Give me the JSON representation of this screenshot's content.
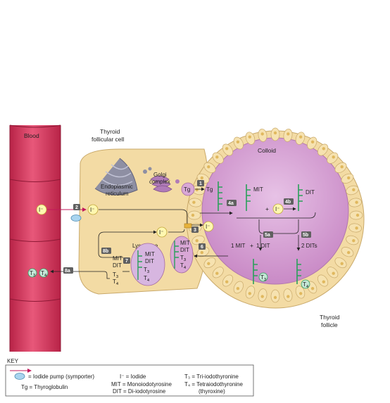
{
  "labels": {
    "blood": "Blood",
    "thyroid_cell": "Thyroid",
    "thyroid_cell_2": "follicular cell",
    "colloid": "Colloid",
    "er": "Endoplasmic",
    "er_2": "reticulum",
    "golgi": "Golgi",
    "golgi_2": "complex",
    "lysosome": "Lysosome",
    "thyroid_follicle": "Thyroid",
    "thyroid_follicle_2": "follicle",
    "tg": "Tg",
    "tg_arrow_target": "Tg",
    "iodide": "I⁻",
    "mit": "MIT",
    "dit": "DIT",
    "plus": "+",
    "one_mit_one_dit": "1 MIT",
    "one_dit": "1 DIT",
    "two_dits": "2 DITs",
    "t3": "T",
    "t4": "T",
    "t3_sub": "3",
    "t4_sub": "4"
  },
  "steps": [
    "1",
    "2",
    "3",
    "4a",
    "4b",
    "5a",
    "5b",
    "6",
    "7",
    "8a",
    "8b"
  ],
  "key": {
    "title": "KEY",
    "iodide_pump": "= Iodide pump (symporter)",
    "tg_def": "Tg = Thyroglobulin",
    "iodide_def": "I⁻ = Iodide",
    "mit_def": "MIT = Monoiodotyrosine",
    "dit_def": "DIT = Di-iodotyrosine",
    "t3_def": "T₃ = Tri-iodothyronine",
    "t4_def": "T₄ = Tetraiodothyronine",
    "t4_def_2": "(thyroxine)"
  },
  "colors": {
    "blood": "#d6375a",
    "cell": "#f4dca0",
    "colloid": "#d49fd2",
    "lysosome": "#d7b6e0",
    "iodide_pump_arrow": "#c2185b",
    "step_badge": "#606060",
    "hormone": "#2aa05a"
  }
}
